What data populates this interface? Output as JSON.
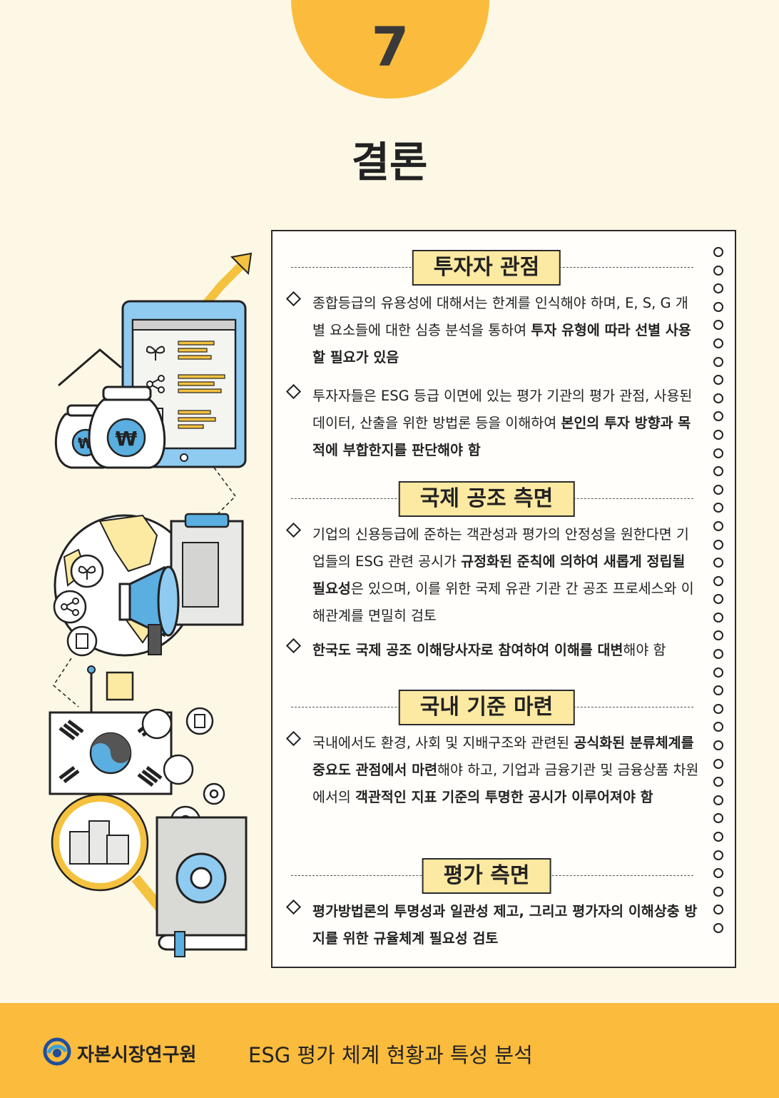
{
  "page_number": "7",
  "title": "결론",
  "sections": [
    {
      "heading": "투자자 관점",
      "bullets": [
        {
          "parts": [
            {
              "t": "종합등급의 유용성에 대해서는 한계를 인식해야 하며, E, S, G 개별 요소들에 대한 심층 분석을 통하여 ",
              "b": false
            },
            {
              "t": "투자 유형에 따라 선별 사용할 필요가 있음",
              "b": true
            }
          ]
        },
        {
          "parts": [
            {
              "t": "투자자들은 ESG 등급 이면에 있는 평가 기관의 평가 관점, 사용된 데이터, 산출을 위한 방법론 등을 이해하여 ",
              "b": false
            },
            {
              "t": "본인의 투자 방향과 목적에 부합한지를 판단해야 함",
              "b": true
            }
          ]
        }
      ]
    },
    {
      "heading": "국제 공조 측면",
      "bullets": [
        {
          "parts": [
            {
              "t": "기업의 신용등급에 준하는 객관성과 평가의 안정성을 원한다면 기업들의 ESG 관련 공시가 ",
              "b": false
            },
            {
              "t": "규정화된 준칙에 의하여 새롭게 정립될 필요성",
              "b": true
            },
            {
              "t": "은 있으며, 이를 위한 국제 유관 기관 간 공조 프로세스와 이해관계를 면밀히 검토",
              "b": false
            }
          ]
        },
        {
          "parts": [
            {
              "t": "한국도 국제 공조 이해당사자로 참여하여 이해를 대변",
              "b": true
            },
            {
              "t": "해야 함",
              "b": false
            }
          ]
        }
      ]
    },
    {
      "heading": "국내 기준 마련",
      "bullets": [
        {
          "parts": [
            {
              "t": "국내에서도 환경, 사회 및 지배구조와 관련된 ",
              "b": false
            },
            {
              "t": "공식화된 분류체계를 중요도 관점에서 마련",
              "b": true
            },
            {
              "t": "해야 하고, 기업과 금융기관 및 금융상품 차원에서의 ",
              "b": false
            },
            {
              "t": "객관적인 지표 기준의 투명한 공시가 이루어져야 함",
              "b": true
            }
          ]
        }
      ]
    },
    {
      "heading": "평가 측면",
      "bullets": [
        {
          "parts": [
            {
              "t": "평가방법론의 투명성과 일관성 제고, 그리고 평가자의 이해상충 방지를 위한 규율체계 필요성 검토",
              "b": true
            }
          ]
        }
      ]
    }
  ],
  "footer": {
    "org": "자본시장연구원",
    "doc_title": "ESG 평가 체계 현황과 특성 분석"
  },
  "colors": {
    "accent": "#fbbb3c",
    "background": "#fdf8e6",
    "label_bg": "#fce9a2",
    "illustration_blue": "#5aaee0"
  },
  "icons": [
    "won-money-bag-icon",
    "tablet-icon",
    "growth-arrow-icon",
    "globe-icon",
    "megaphone-icon",
    "clipboard-icon",
    "korean-flag-icon",
    "magnifier-icon",
    "gear-book-icon",
    "share-icon",
    "sprout-icon",
    "building-icon",
    "institute-logo-icon"
  ]
}
